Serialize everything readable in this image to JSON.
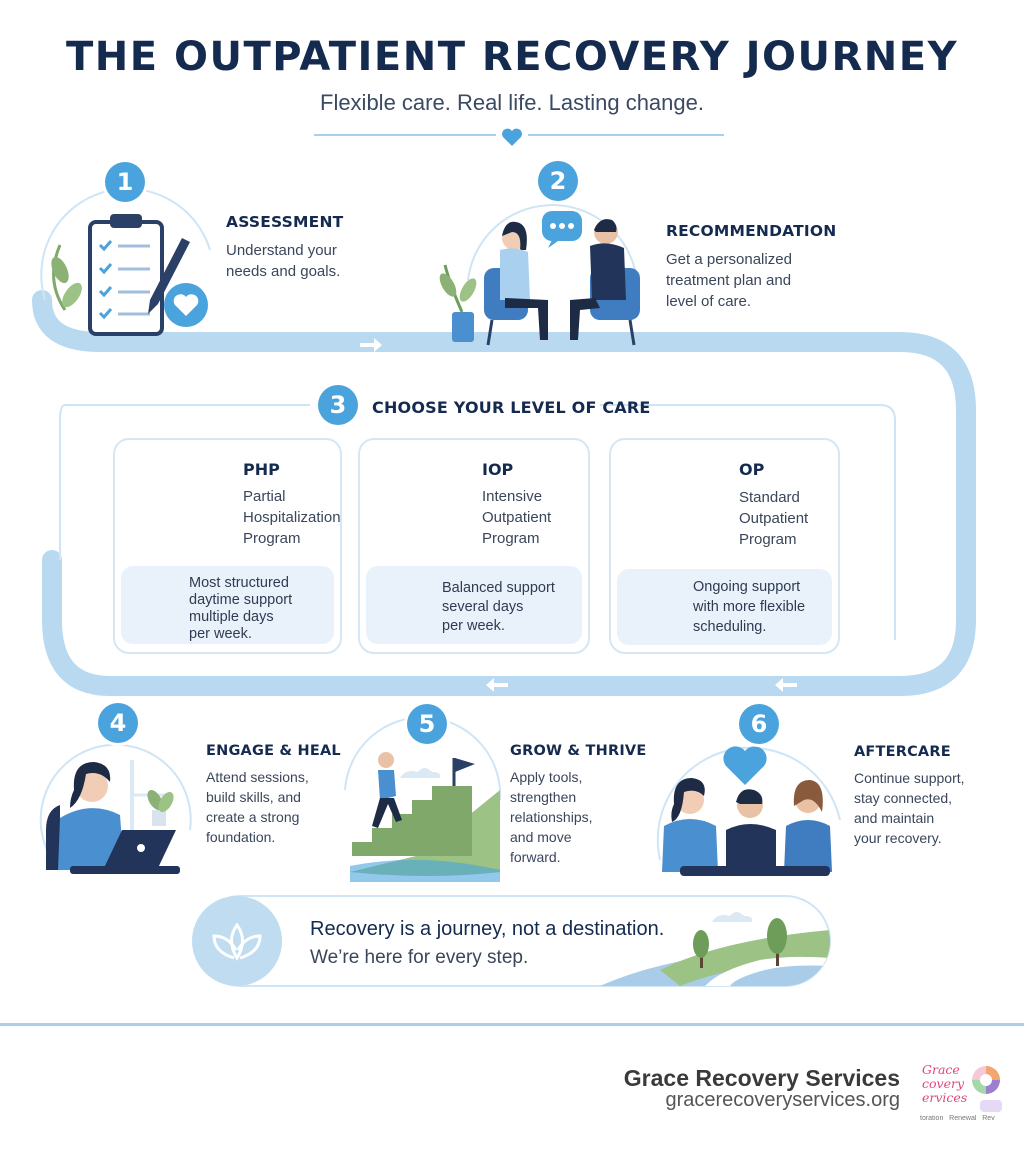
{
  "header": {
    "title": "THE OUTPATIENT RECOVERY JOURNEY",
    "subtitle": "Flexible care. Real life. Lasting change."
  },
  "steps": [
    {
      "number": "1",
      "title": "ASSESSMENT",
      "desc": [
        "Understand your",
        "needs and goals."
      ]
    },
    {
      "number": "2",
      "title": "RECOMMENDATION",
      "desc": [
        "Get a personalized",
        "treatment plan and",
        "level of care."
      ]
    },
    {
      "number": "3",
      "title": "CHOOSE YOUR LEVEL OF CARE"
    },
    {
      "number": "4",
      "title": "ENGAGE & HEAL",
      "desc": [
        "Attend sessions,",
        "build skills, and",
        "create a strong",
        "foundation."
      ]
    },
    {
      "number": "5",
      "title": "GROW & THRIVE",
      "desc": [
        "Apply tools,",
        "strengthen",
        "relationships,",
        "and move",
        "forward."
      ]
    },
    {
      "number": "6",
      "title": "AFTERCARE",
      "desc": [
        "Continue support,",
        "stay connected,",
        "and maintain",
        "your recovery."
      ]
    }
  ],
  "care_levels": [
    {
      "code": "PHP",
      "name": [
        "Partial",
        "Hospitalization",
        "Program"
      ],
      "detail": [
        "Most structured",
        "daytime support",
        "multiple days",
        "per week."
      ]
    },
    {
      "code": "IOP",
      "name": [
        "Intensive",
        "Outpatient",
        "Program"
      ],
      "detail": [
        "Balanced support",
        "several days",
        "per week."
      ]
    },
    {
      "code": "OP",
      "name": [
        "Standard",
        "Outpatient",
        "Program"
      ],
      "detail": [
        "Ongoing support",
        "with more flexible",
        "scheduling."
      ]
    }
  ],
  "banner": {
    "line1": "Recovery is a journey, not a destination.",
    "line2": "We’re here for every step."
  },
  "footer": {
    "brand": "Grace Recovery Services",
    "url": "gracerecoveryservices.org",
    "logo_script": [
      "Grace",
      "covery",
      "ervices"
    ],
    "logo_tagline": "toration   Renewal   Rev"
  },
  "colors": {
    "navy": "#142a4f",
    "accent_blue": "#4aa3dc",
    "path_blue": "#b9d9f0",
    "card_fill": "#e9f2fa",
    "green": "#7fa86a"
  }
}
